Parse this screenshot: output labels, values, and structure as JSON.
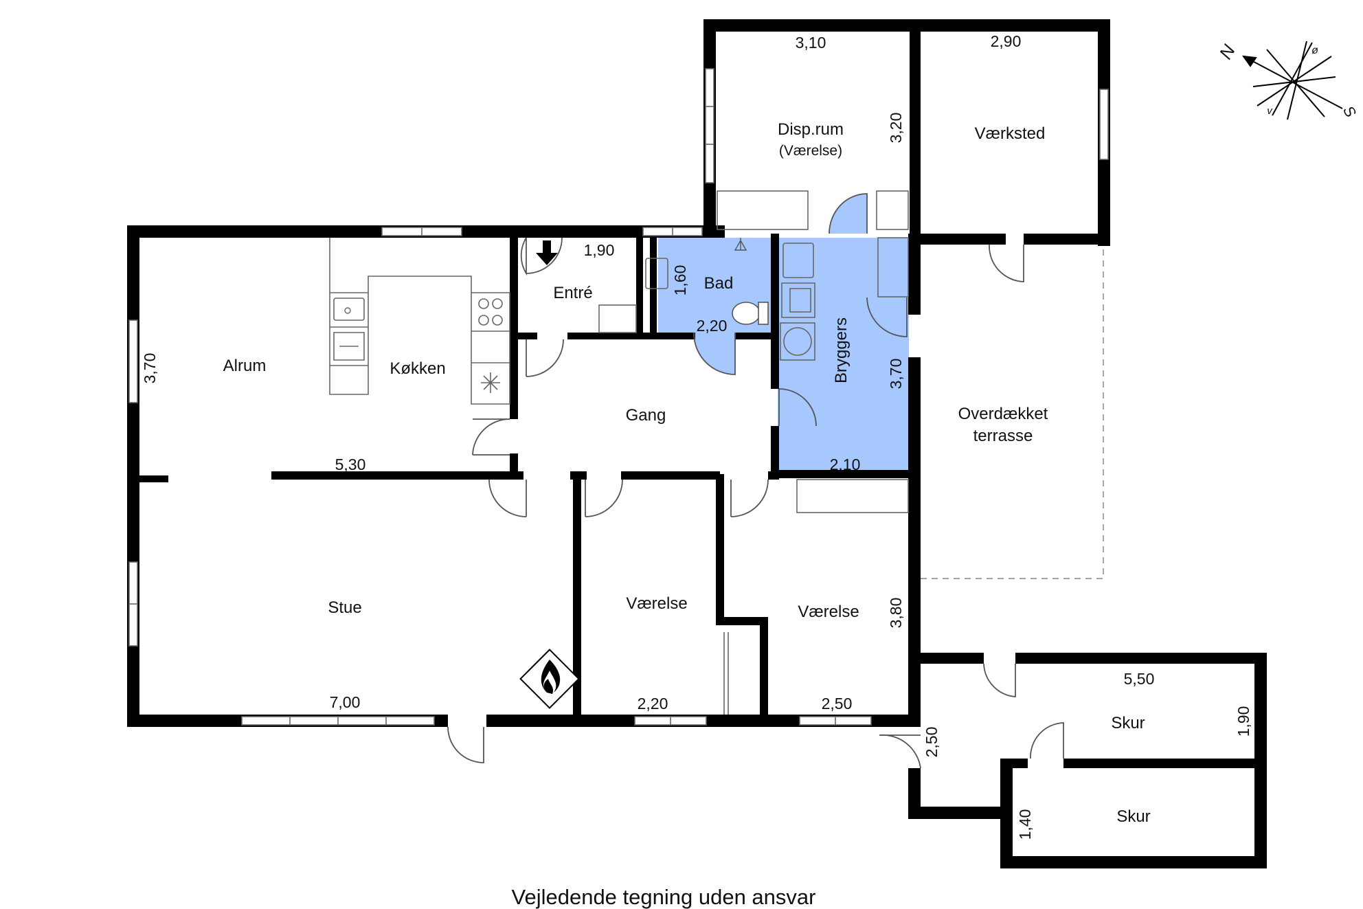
{
  "colors": {
    "wall": "#000000",
    "wet_room_fill": "#a6c8ff",
    "background": "#ffffff"
  },
  "rooms": {
    "alrum": "Alrum",
    "koekken": "Køkken",
    "entre": "Entré",
    "bad": "Bad",
    "bryggers": "Bryggers",
    "disp_rum": "Disp.rum",
    "disp_rum_sub": "(Værelse)",
    "vaerksted": "Værksted",
    "gang": "Gang",
    "overdaekket_line1": "Overdækket",
    "overdaekket_line2": "terrasse",
    "stue": "Stue",
    "vaerelse_1": "Værelse",
    "vaerelse_2": "Værelse",
    "skur_1": "Skur",
    "skur_2": "Skur"
  },
  "dimensions": {
    "disp_width": "3,10",
    "vaerksted_width": "2,90",
    "disp_height": "3,20",
    "entre_width": "1,90",
    "bad_height": "1,60",
    "bad_width": "2,20",
    "alrum_height": "3,70",
    "bryggers_height": "3,70",
    "bryggers_width": "2,10",
    "alrum_width": "5,30",
    "stue_width": "7,00",
    "vaerelse1_width": "2,20",
    "vaerelse2_width": "2,50",
    "vaerelse2_height": "3,80",
    "skur_width": "5,50",
    "skur1_height": "1,90",
    "skur_left_height": "2,50",
    "skur2_height": "1,40"
  },
  "compass": {
    "north": "N",
    "east": "ø",
    "south": "S",
    "west": "v"
  },
  "icons": [
    "fireplace-icon",
    "entrance-arrow-icon",
    "compass-icon",
    "freezer-icon",
    "stove-icon",
    "sink-icon",
    "toilet-icon",
    "washing-machine-icon"
  ],
  "caption": "Vejledende tegning uden ansvar"
}
